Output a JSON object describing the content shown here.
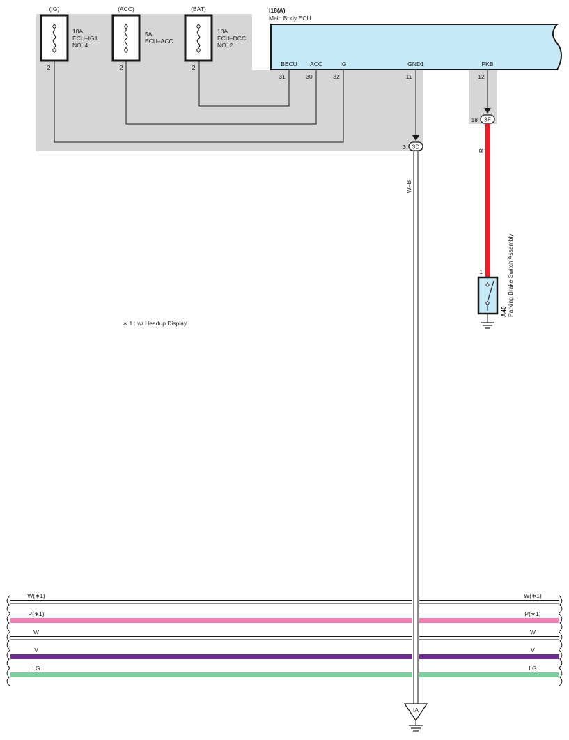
{
  "fuses": [
    {
      "source": "(IG)",
      "rating": "10A",
      "name": "ECU–IG1",
      "number": "NO. 4",
      "pin": "2"
    },
    {
      "source": "(ACC)",
      "rating": "5A",
      "name": "ECU–ACC",
      "number": "",
      "pin": "2"
    },
    {
      "source": "(BAT)",
      "rating": "10A",
      "name": "ECU–DCC",
      "number": "NO. 2",
      "pin": "2"
    }
  ],
  "ecu": {
    "code": "I18(A)",
    "name": "Main Body ECU",
    "terminals": [
      {
        "name": "BECU",
        "pin": "31"
      },
      {
        "name": "ACC",
        "pin": "30"
      },
      {
        "name": "IG",
        "pin": "32"
      },
      {
        "name": "GND1",
        "pin": "11"
      },
      {
        "name": "PKB",
        "pin": "12"
      }
    ]
  },
  "connectors": {
    "c3d": {
      "label": "3D",
      "pin": "3"
    },
    "c3f": {
      "label": "3F",
      "pin": "18"
    }
  },
  "wires": {
    "ground_wire": "W–B",
    "pkb_wire": "R"
  },
  "switch": {
    "code": "A40",
    "name": "Parking Brake Switch Assembly",
    "pin": "1"
  },
  "ground_point": "IA",
  "note": "∗ 1 : w/ Headup Display",
  "bus_wires": [
    {
      "label": "W(∗1)",
      "color": "#ffffff"
    },
    {
      "label": "P(∗1)",
      "color": "#ee82b4"
    },
    {
      "label": "W",
      "color": "#ffffff"
    },
    {
      "label": "V",
      "color": "#6a2c91"
    },
    {
      "label": "LG",
      "color": "#7ecf9d"
    }
  ],
  "colors": {
    "shade": "#d6d6d7",
    "ecu_fill": "#c6e9f8",
    "red_wire": "#ed1c24"
  }
}
